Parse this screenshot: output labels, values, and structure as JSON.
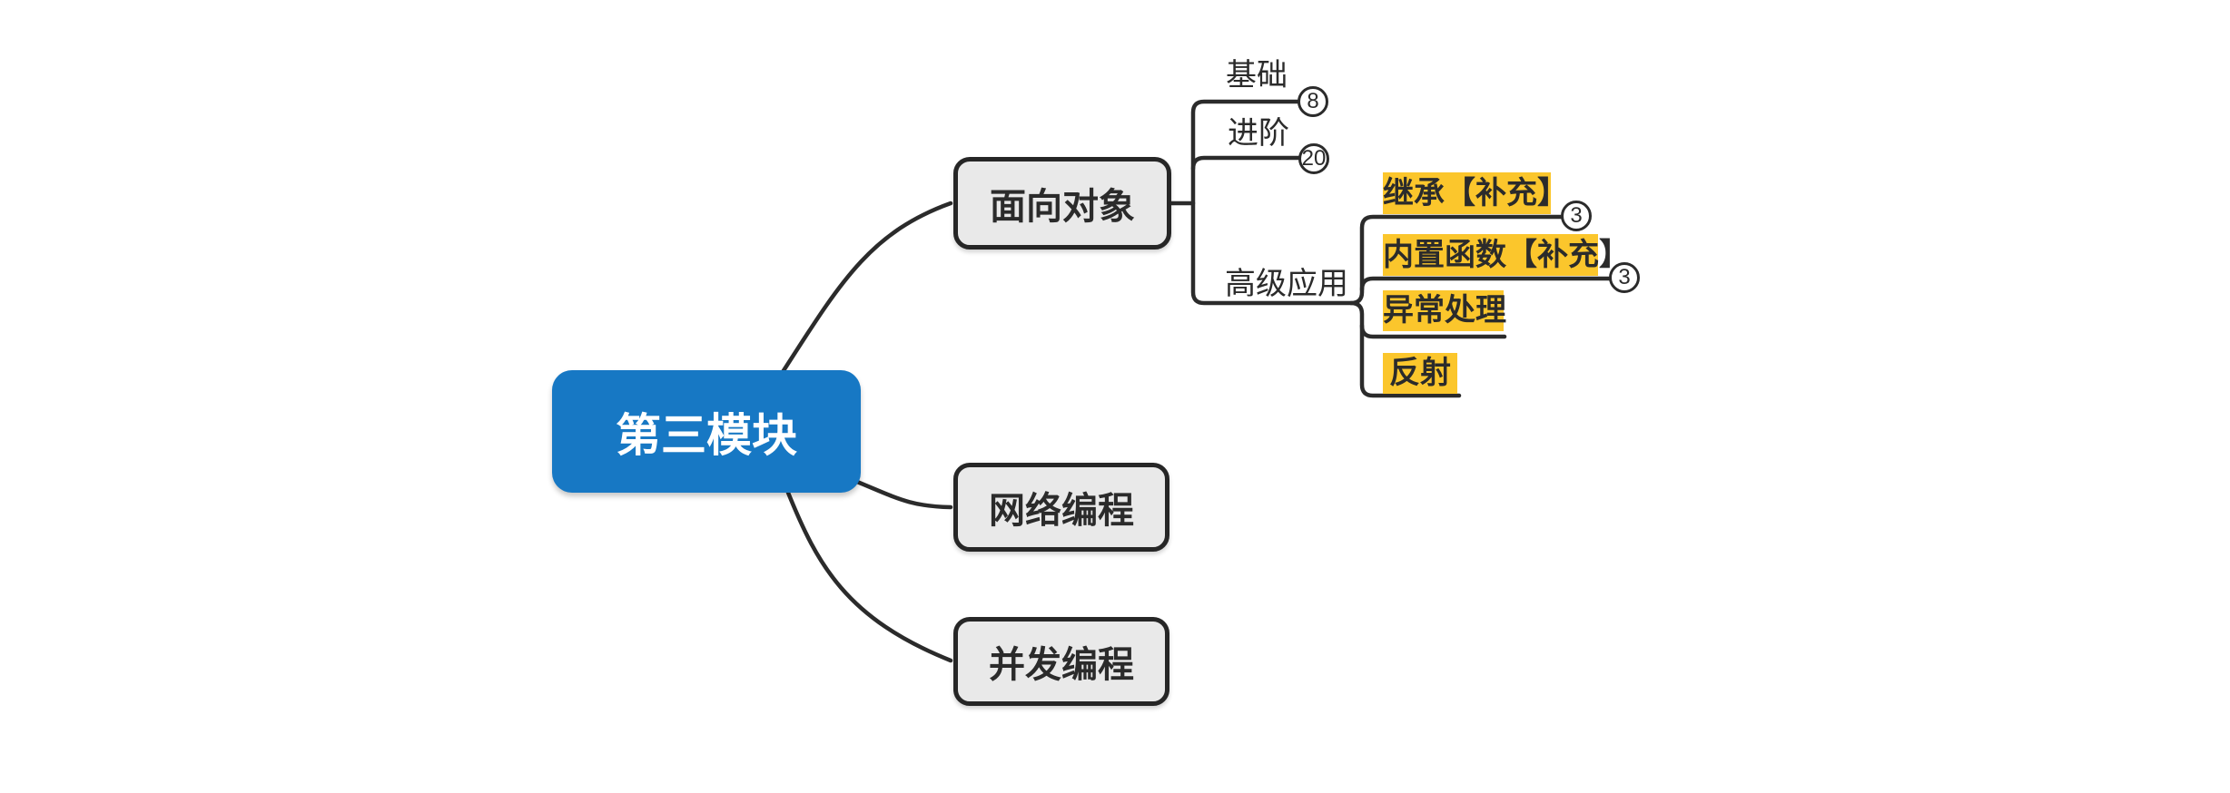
{
  "colors": {
    "root_bg": "#1778c4",
    "root_text": "#ffffff",
    "branch_bg": "#e9e9e9",
    "branch_border": "#262626",
    "highlight_bg": "#fbc62c",
    "line": "#2b2b2b",
    "badge_bg": "#ffffff",
    "badge_border": "#2b2b2b",
    "text": "#2b2b2b",
    "canvas_bg": "#ffffff"
  },
  "root": {
    "label": "第三模块"
  },
  "branches": [
    {
      "label": "面向对象",
      "children": [
        {
          "label": "基础",
          "badge": "8"
        },
        {
          "label": "进阶",
          "badge": "20"
        },
        {
          "label": "高级应用",
          "children": [
            {
              "label": "继承【补充】",
              "badge": "3",
              "highlighted": true
            },
            {
              "label": "内置函数【补充】",
              "badge": "3",
              "highlighted": true
            },
            {
              "label": "异常处理",
              "highlighted": true
            },
            {
              "label": "反射",
              "highlighted": true
            }
          ]
        }
      ]
    },
    {
      "label": "网络编程"
    },
    {
      "label": "并发编程"
    }
  ]
}
